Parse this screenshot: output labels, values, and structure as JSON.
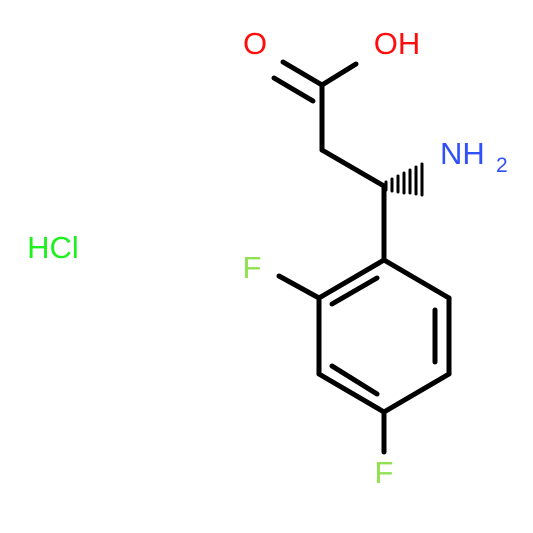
{
  "structure": {
    "atoms": {
      "carbonyl_o": "O",
      "hydroxyl": "OH",
      "amine_n": "NH",
      "amine_sub": "2",
      "fluoro_ortho": "F",
      "fluoro_para": "F",
      "salt": "HCl"
    },
    "colors": {
      "bond": "#000000",
      "oxygen": "#ff0d0d",
      "nitrogen": "#3050f8",
      "fluorine": "#90e050",
      "chlorine": "#1ff01f"
    }
  }
}
